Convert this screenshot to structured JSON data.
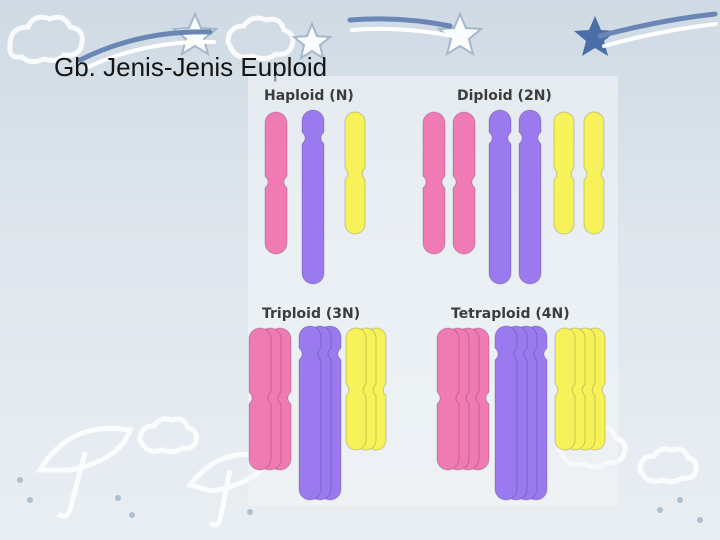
{
  "slide": {
    "title": "Gb. Jenis-Jenis Euploid"
  },
  "diagram": {
    "colors": {
      "pink": "#f07ab4",
      "purple": "#9b7af0",
      "yellow": "#f7f25a",
      "outline": "#b85a8a"
    },
    "panels": [
      {
        "id": "haploid",
        "label": "Haploid (N)",
        "ploidy": 1
      },
      {
        "id": "diploid",
        "label": "Diploid (2N)",
        "ploidy": 2
      },
      {
        "id": "triploid",
        "label": "Triploid (3N)",
        "ploidy": 3
      },
      {
        "id": "tetraploid",
        "label": "Tetraploid (4N)",
        "ploidy": 4
      }
    ],
    "chromosome_types": [
      "pink",
      "purple",
      "yellow"
    ]
  }
}
